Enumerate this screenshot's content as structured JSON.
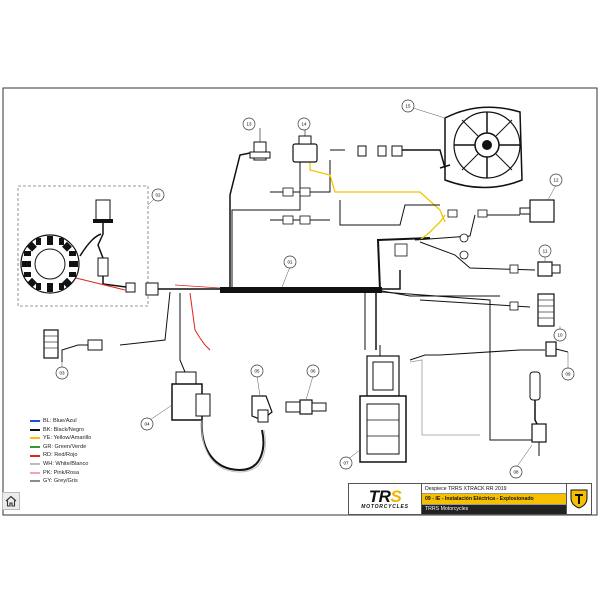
{
  "legend": [
    {
      "code": "BL: Blue/Azul",
      "color": "#1f4fd6"
    },
    {
      "code": "BK: Black/Negro",
      "color": "#111111"
    },
    {
      "code": "YE: Yellow/Amarillo",
      "color": "#f2c500"
    },
    {
      "code": "GR: Green/Verde",
      "color": "#2e9b2e"
    },
    {
      "code": "RD: Red/Rojo",
      "color": "#e0241b"
    },
    {
      "code": "WH: White/Blanco",
      "color": "#bdbdbd"
    },
    {
      "code": "PK: Pink/Rosa",
      "color": "#f2a1c4"
    },
    {
      "code": "GY: Grey/Gris",
      "color": "#8c8c8c"
    }
  ],
  "title_block": {
    "brand_main": "TR",
    "brand_s": "S",
    "brand_sub": "MOTORCYCLES",
    "line1": "Despiece TRRS XTRACK RR 2019",
    "line2": "09 - IE - Instalación Eléctrica - Explosionado",
    "line3": "TRRS Motorcycles"
  },
  "callouts": {
    "c01": "01",
    "c02": "02",
    "c03": "03",
    "c04": "04",
    "c05": "05",
    "c06": "06",
    "c07": "07",
    "c08": "08",
    "c09": "09",
    "c10": "10",
    "c11": "11",
    "c12": "12",
    "c13": "13",
    "c14": "14",
    "c15": "15"
  },
  "colors": {
    "harness": "#111111",
    "yellow_wire": "#f2c500",
    "red_wire": "#e0241b",
    "grey_wire": "#9a9a9a",
    "accent": "#f6c000"
  },
  "icons": {
    "home": "home-icon",
    "emblem": "trrs-shield-icon"
  }
}
